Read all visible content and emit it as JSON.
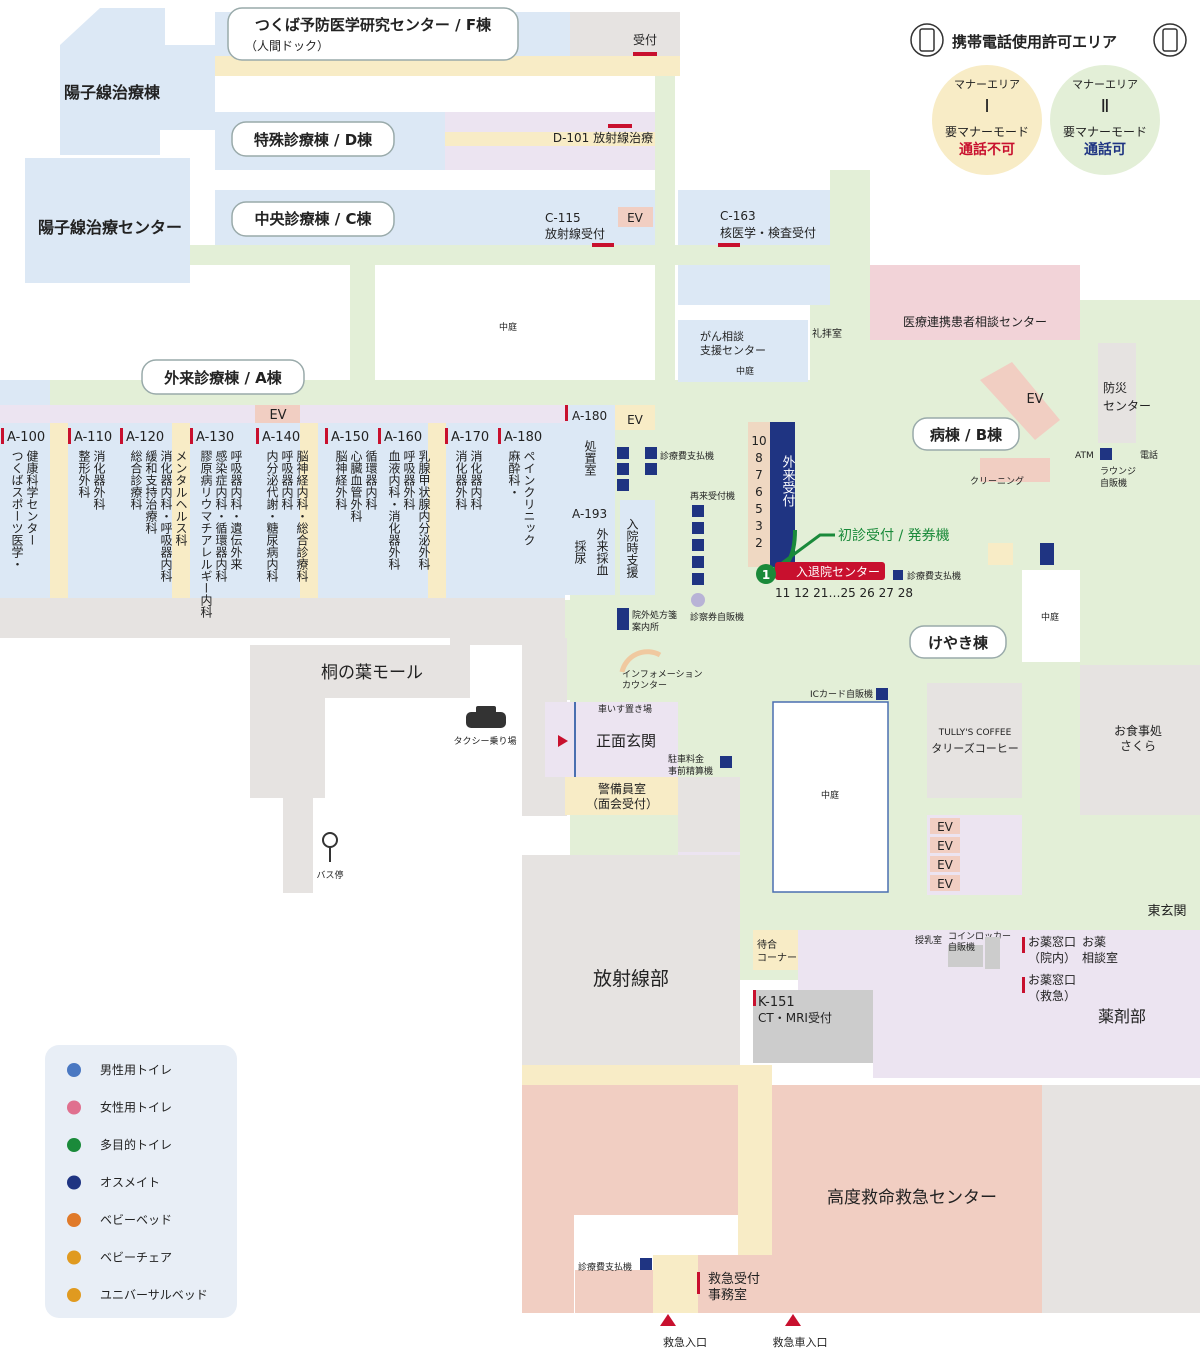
{
  "buildings": {
    "f": {
      "name": "つくば予防医学研究センター / F棟",
      "sub": "（人間ドック）",
      "reception": "受付"
    },
    "d": {
      "name": "特殊診療棟 / D棟",
      "room": "D-101 放射線治療"
    },
    "c": {
      "name": "中央診療棟 / C棟",
      "room1_code": "C-115",
      "room1_name": "放射線受付",
      "room2_code": "C-163",
      "room2_name": "核医学・検査受付"
    },
    "a": {
      "name": "外来診療棟 / A棟"
    },
    "b": {
      "name": "病棟 / B棟"
    },
    "keyaki": {
      "name": "けやき棟"
    }
  },
  "proton": {
    "building": "陽子線治療棟",
    "center": "陽子線治療センター"
  },
  "phone_area": {
    "title": "携帯電話使用許可エリア",
    "zone1": {
      "label": "マナーエリア",
      "num": "Ⅰ",
      "mode": "要マナーモード",
      "status": "通話不可"
    },
    "zone2": {
      "label": "マナーエリア",
      "num": "Ⅱ",
      "mode": "要マナーモード",
      "status": "通話可"
    }
  },
  "clinics": [
    {
      "code": "A-100",
      "lines": [
        "つくばスポーツ医学・",
        "健康科学センター"
      ]
    },
    {
      "code": "A-110",
      "lines": [
        "整形外科",
        "消化器外科"
      ]
    },
    {
      "code": "A-120",
      "lines": [
        "総合診療科",
        "緩和支持治療科",
        "消化器内科・呼吸器内科",
        "メンタルヘルス科"
      ]
    },
    {
      "code": "A-130",
      "lines": [
        "膠原病リウマチアレルギー内科",
        "感染症内科・循環器内科",
        "呼吸器内科・遺伝外来"
      ]
    },
    {
      "code": "A-140",
      "lines": [
        "内分泌代謝・糖尿病内科",
        "呼吸器内科",
        "脳神経内科・総合診療科"
      ]
    },
    {
      "code": "A-150",
      "lines": [
        "脳神経外科",
        "心臓血管外科",
        "循環器内科"
      ]
    },
    {
      "code": "A-160",
      "lines": [
        "血液内科・消化器外科",
        "呼吸器外科",
        "乳腺甲状腺内分泌外科"
      ]
    },
    {
      "code": "A-170",
      "lines": [
        "消化器外科",
        "消化器内科"
      ]
    },
    {
      "code": "A-180",
      "lines": [
        "麻酔科・",
        "ペインクリニック"
      ]
    }
  ],
  "rooms": {
    "a180_2_code": "A-180",
    "a180_2_name": "処置室",
    "a193_code": "A-193",
    "a193_name": "外来採血採尿",
    "admission_support": "入院時支援",
    "ev": "EV",
    "courtyard": "中庭",
    "gan": "がん相談支援センター",
    "reihai": "礼拝室",
    "renkei": "医療連携患者相談センター",
    "bosai": "防災センター",
    "atm": "ATM",
    "denwa": "電話",
    "lounge": "ラウンジ自販機",
    "cleaning": "クリーニング",
    "gairai_uketsuke": "外来受付",
    "shoshin": "初診受付 / 発券機",
    "nyutaiin": "入退院センター",
    "counter_nums_top": [
      "10",
      "8",
      "7",
      "6",
      "5",
      "3",
      "2"
    ],
    "counter_nums_bottom": "11 12 21…25 26 27 28",
    "shinryohi": "診療費支払機",
    "saiunke": "再来受付機",
    "ingai": "院外処方箋案内所",
    "shinsatsuken": "診察券自販機",
    "info": "インフォメーションカウンター",
    "kirinoha": "桐の葉モール",
    "taxi": "タクシー乗り場",
    "bus": "バス停",
    "kurumaisu": "車いす置き場",
    "shomen": "正面玄関",
    "chusha": "駐車料金事前精算機",
    "keibi1": "警備員室",
    "keibi2": "（面会受付）",
    "ic": "ICカード自販機",
    "tullys1": "TULLY'S COFFEE",
    "tullys2": "タリーズコーヒー",
    "sakura1": "お食事処",
    "sakura2": "さくら",
    "higashi": "東玄関",
    "hoshasen": "放射線部",
    "machiai": "待合コーナー",
    "k151_code": "K-151",
    "k151_name": "CT・MRI受付",
    "junyu": "授乳室",
    "coin": "コインロッカー自販機",
    "okusuri_in1": "お薬窓口",
    "okusuri_in2": "（院内）",
    "okusuri_kyu1": "お薬窓口",
    "okusuri_kyu2": "（救急）",
    "okusuri_sodan1": "お薬",
    "okusuri_sodan2": "相談室",
    "yakuzai": "薬剤部",
    "kyumei": "高度救命救急センター",
    "kyukyu_uketsuke1": "救急受付",
    "kyukyu_uketsuke2": "事務室",
    "kyukyu_iri": "救急入口",
    "kyukyusha_iri": "救急車入口",
    "shinryohi2": "診療費支払機"
  },
  "legend": [
    {
      "icon": "male-toilet-icon",
      "label": "男性用トイレ"
    },
    {
      "icon": "female-toilet-icon",
      "label": "女性用トイレ"
    },
    {
      "icon": "accessible-toilet-icon",
      "label": "多目的トイレ"
    },
    {
      "icon": "ostomate-icon",
      "label": "オスメイト"
    },
    {
      "icon": "baby-bed-icon",
      "label": "ベビーベッド"
    },
    {
      "icon": "baby-chair-icon",
      "label": "ベビーチェア"
    },
    {
      "icon": "universal-bed-icon",
      "label": "ユニバーサルベッド"
    }
  ],
  "colors": {
    "navy": "#1f3482",
    "red": "#c8102e",
    "green": "#1a8a3a",
    "corridor": "#e3efd7"
  }
}
